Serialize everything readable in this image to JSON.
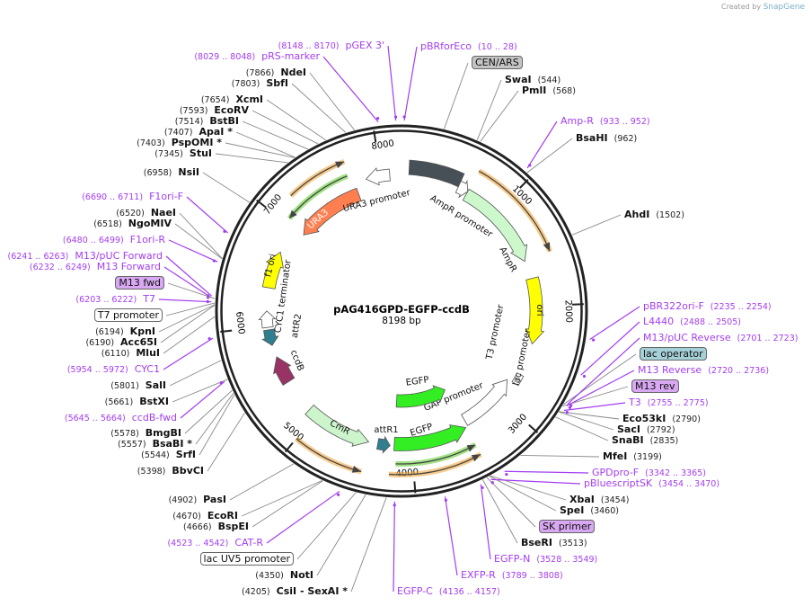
{
  "credit": {
    "prefix": "Created by",
    "brand": "SnapGene"
  },
  "plasmid": {
    "name": "pAG416GPD-EGFP-ccdB",
    "length": 8198,
    "length_label": "8198 bp"
  },
  "ticks": [
    "1000",
    "2000",
    "3000",
    "4000",
    "5000",
    "6000",
    "7000",
    "8000"
  ],
  "features": [
    {
      "name": "CEN/ARS",
      "start": 70,
      "end": 560,
      "strand": "none",
      "color": "#474f57",
      "show_label": false
    },
    {
      "name": "AmpR promoter",
      "start": 560,
      "end": 660,
      "strand": "cw",
      "color": "#ffffff"
    },
    {
      "name": "AmpR",
      "start": 660,
      "end": 1550,
      "strand": "cw",
      "color": "#ccf8cc"
    },
    {
      "name": "ori",
      "start": 1730,
      "end": 2370,
      "strand": "cw",
      "color": "#ffff00"
    },
    {
      "name": "T3 promoter",
      "start": 2690,
      "end": 2740,
      "strand": "none",
      "color": "#ffffff"
    },
    {
      "name": "lac promoter",
      "start": 2740,
      "end": 2790,
      "strand": "none",
      "color": "#ffffff"
    },
    {
      "name": "GAP promoter",
      "start": 2800,
      "end": 3415,
      "strand": "ccw",
      "color": "#ffffff"
    },
    {
      "name": "EGFP",
      "start": 3440,
      "end": 4170,
      "strand": "ccw",
      "color": "#33ee22"
    },
    {
      "name": "attR1",
      "start": 4210,
      "end": 4330,
      "strand": "ccw",
      "color": "#2f7f8f"
    },
    {
      "name": "CmR",
      "start": 4420,
      "end": 5080,
      "strand": "ccw",
      "color": "#ccf5cc"
    },
    {
      "name": "ccdB",
      "start": 5420,
      "end": 5690,
      "strand": "cw",
      "color": "#993366"
    },
    {
      "name": "attR2",
      "start": 5810,
      "end": 5965,
      "strand": "ccw",
      "color": "#2f7f8f"
    },
    {
      "name": "CYC1 terminator",
      "start": 5990,
      "end": 6150,
      "strand": "cw",
      "color": "#ffffff"
    },
    {
      "name": "f1 ori",
      "start": 6375,
      "end": 6740,
      "strand": "cw",
      "color": "#ffff00"
    },
    {
      "name": "URA3",
      "start": 7010,
      "end": 7740,
      "strand": "ccw",
      "color": "#ff7f50"
    },
    {
      "name": "URA3 promoter",
      "start": 7855,
      "end": 8085,
      "strand": "ccw",
      "color": "#ffffff"
    },
    {
      "name": "EGFP",
      "start": 3440,
      "end": 4170,
      "strand": "ccw",
      "color": "#33ee22",
      "inner": true
    }
  ],
  "translations": [
    {
      "start": 660,
      "end": 1550,
      "strand": "cw",
      "color": "#f0a030"
    },
    {
      "start": 7200,
      "end": 7720,
      "strand": "cw",
      "color": "#f0a030"
    },
    {
      "start": 7050,
      "end": 7700,
      "strand": "ccw",
      "color": "#55cc22"
    },
    {
      "start": 4420,
      "end": 5000,
      "strand": "ccw",
      "color": "#f0a030"
    },
    {
      "start": 3440,
      "end": 4200,
      "strand": "ccw",
      "color": "#f0a030"
    },
    {
      "start": 3440,
      "end": 4150,
      "strand": "ccw",
      "color": "#55cc22"
    }
  ],
  "labels": [
    {
      "type": "primer",
      "name": "pGEX 3'",
      "pos": "(8148 .. 8170)",
      "bp": 8159
    },
    {
      "type": "primer",
      "name": "pRS-marker",
      "pos": "(8029 .. 8048)",
      "bp": 8038
    },
    {
      "type": "enzyme",
      "name": "NdeI",
      "pos": "(7866)",
      "bp": 7866
    },
    {
      "type": "enzyme",
      "name": "SbfI",
      "pos": "(7803)",
      "bp": 7803
    },
    {
      "type": "enzyme",
      "name": "XcmI",
      "pos": "(7654)",
      "bp": 7654
    },
    {
      "type": "enzyme",
      "name": "EcoRV",
      "pos": "(7593)",
      "bp": 7593
    },
    {
      "type": "enzyme",
      "name": "BstBI",
      "pos": "(7514)",
      "bp": 7514
    },
    {
      "type": "enzyme",
      "name": "ApaI *",
      "pos": "(7407)",
      "bp": 7407
    },
    {
      "type": "enzyme",
      "name": "PspOMI *",
      "pos": "(7403)",
      "bp": 7403
    },
    {
      "type": "enzyme",
      "name": "StuI",
      "pos": "(7345)",
      "bp": 7345
    },
    {
      "type": "enzyme",
      "name": "NsiI",
      "pos": "(6958)",
      "bp": 6958
    },
    {
      "type": "primer",
      "name": "F1ori-F",
      "pos": "(6690 .. 6711)",
      "bp": 6700
    },
    {
      "type": "enzyme",
      "name": "NaeI",
      "pos": "(6520)",
      "bp": 6520
    },
    {
      "type": "enzyme",
      "name": "NgoMIV",
      "pos": "(6518)",
      "bp": 6518
    },
    {
      "type": "primer",
      "name": "F1ori-R",
      "pos": "(6480 .. 6499)",
      "bp": 6490
    },
    {
      "type": "primer",
      "name": "M13/pUC Forward",
      "pos": "(6241 .. 6263)",
      "bp": 6252
    },
    {
      "type": "primer",
      "name": "M13 Forward",
      "pos": "(6232 .. 6249)",
      "bp": 6240
    },
    {
      "type": "box",
      "name": "M13 fwd",
      "color": "#d9a8f2",
      "bp": 6235
    },
    {
      "type": "primer",
      "name": "T7",
      "pos": "(6203 .. 6222)",
      "bp": 6212
    },
    {
      "type": "box",
      "name": "T7 promoter",
      "color": "#ffffff",
      "bp": 6205
    },
    {
      "type": "enzyme",
      "name": "KpnI",
      "pos": "(6194)",
      "bp": 6194
    },
    {
      "type": "enzyme",
      "name": "Acc65I",
      "pos": "(6190)",
      "bp": 6190
    },
    {
      "type": "enzyme",
      "name": "MluI",
      "pos": "(6110)",
      "bp": 6110
    },
    {
      "type": "primer",
      "name": "CYC1",
      "pos": "(5954 .. 5972)",
      "bp": 5963
    },
    {
      "type": "enzyme",
      "name": "SalI",
      "pos": "(5801)",
      "bp": 5801
    },
    {
      "type": "enzyme",
      "name": "BstXI",
      "pos": "(5661)",
      "bp": 5661
    },
    {
      "type": "primer",
      "name": "ccdB-fwd",
      "pos": "(5645 .. 5664)",
      "bp": 5655
    },
    {
      "type": "enzyme",
      "name": "BmgBI",
      "pos": "(5578)",
      "bp": 5578
    },
    {
      "type": "enzyme",
      "name": "BsaBI *",
      "pos": "(5557)",
      "bp": 5557
    },
    {
      "type": "enzyme",
      "name": "SrfI",
      "pos": "(5544)",
      "bp": 5544
    },
    {
      "type": "enzyme",
      "name": "BbvCI",
      "pos": "(5398)",
      "bp": 5398
    },
    {
      "type": "enzyme",
      "name": "PasI",
      "pos": "(4902)",
      "bp": 4902
    },
    {
      "type": "enzyme",
      "name": "EcoRI",
      "pos": "(4670)",
      "bp": 4670
    },
    {
      "type": "enzyme",
      "name": "BspEI",
      "pos": "(4666)",
      "bp": 4666
    },
    {
      "type": "primer",
      "name": "CAT-R",
      "pos": "(4523 .. 4542)",
      "bp": 4532
    },
    {
      "type": "box",
      "name": "lac UV5 promoter",
      "color": "#ffffff",
      "bp": 4420
    },
    {
      "type": "enzyme",
      "name": "NotI",
      "pos": "(4350)",
      "bp": 4350
    },
    {
      "type": "enzyme",
      "name": "CsiI  - SexAI *",
      "pos": "(4205)",
      "bp": 4205
    },
    {
      "type": "primer",
      "name": "EGFP-C",
      "pos": "(4136 .. 4157)",
      "bp": 4146,
      "pos_below": false
    },
    {
      "type": "primer",
      "name": "EXFP-R",
      "pos": "(3789 .. 3808)",
      "bp": 3798
    },
    {
      "type": "primer",
      "name": "EGFP-N",
      "pos": "(3528 .. 3549)",
      "bp": 3538
    },
    {
      "type": "enzyme",
      "name": "BseRI",
      "pos": "(3513)",
      "bp": 3513
    },
    {
      "type": "box",
      "name": "SK primer",
      "color": "#d9a8f2",
      "bp": 3480
    },
    {
      "type": "enzyme",
      "name": "SpeI",
      "pos": "(3460)",
      "bp": 3460
    },
    {
      "type": "enzyme",
      "name": "XbaI",
      "pos": "(3454)",
      "bp": 3454
    },
    {
      "type": "primer",
      "name": "pBluescriptSK",
      "pos": "(3454 .. 3470)",
      "bp": 3462
    },
    {
      "type": "primer",
      "name": "GPDpro-F",
      "pos": "(3342 .. 3365)",
      "bp": 3353
    },
    {
      "type": "enzyme",
      "name": "MfeI",
      "pos": "(3199)",
      "bp": 3199
    },
    {
      "type": "enzyme",
      "name": "SnaBI",
      "pos": "(2835)",
      "bp": 2835
    },
    {
      "type": "enzyme",
      "name": "SacI",
      "pos": "(2792)",
      "bp": 2792
    },
    {
      "type": "enzyme",
      "name": "Eco53kI",
      "pos": "(2790)",
      "bp": 2790
    },
    {
      "type": "primer",
      "name": "T3",
      "pos": "(2755 .. 2775)",
      "bp": 2765
    },
    {
      "type": "box",
      "name": "M13 rev",
      "color": "#d9a8f2",
      "bp": 2745
    },
    {
      "type": "primer",
      "name": "M13 Reverse",
      "pos": "(2720 .. 2736)",
      "bp": 2728
    },
    {
      "type": "box",
      "name": "lac operator",
      "color": "#a6d0d8",
      "bp": 2730
    },
    {
      "type": "primer",
      "name": "M13/pUC Reverse",
      "pos": "(2701 .. 2723)",
      "bp": 2712
    },
    {
      "type": "primer",
      "name": "L4440",
      "pos": "(2488 .. 2505)",
      "bp": 2496
    },
    {
      "type": "primer",
      "name": "pBR322ori-F",
      "pos": "(2235 .. 2254)",
      "bp": 2244
    },
    {
      "type": "enzyme",
      "name": "AhdI",
      "pos": "(1502)",
      "bp": 1502
    },
    {
      "type": "enzyme",
      "name": "BsaHI",
      "pos": "(962)",
      "bp": 962
    },
    {
      "type": "primer",
      "name": "Amp-R",
      "pos": "(933 .. 952)",
      "bp": 942
    },
    {
      "type": "enzyme",
      "name": "PmlI",
      "pos": "(568)",
      "bp": 568
    },
    {
      "type": "enzyme",
      "name": "SwaI",
      "pos": "(544)",
      "bp": 544
    },
    {
      "type": "box",
      "name": "CEN/ARS",
      "color": "#c4c4c4",
      "bp": 300
    },
    {
      "type": "primer",
      "name": "pBRforEco",
      "pos": "(10 .. 28)",
      "bp": 19
    }
  ]
}
